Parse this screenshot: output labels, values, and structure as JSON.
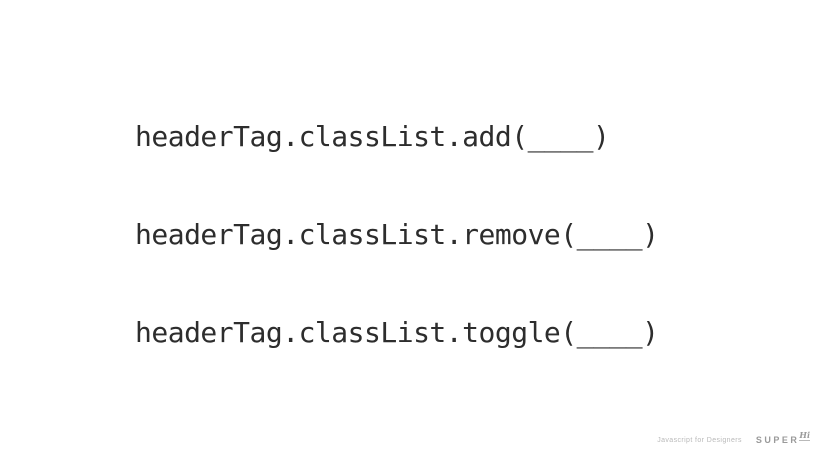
{
  "slide": {
    "code_lines": [
      {
        "id": "classlist-add",
        "code": "headerTag.classList.add(____)"
      },
      {
        "id": "classlist-remove",
        "code": "headerTag.classList.remove(____)"
      },
      {
        "id": "classlist-toggle",
        "code": "headerTag.classList.toggle(____)"
      }
    ],
    "footer": {
      "course_title": "Javascript for Designers",
      "brand_word": "SUPER",
      "brand_mark": "Hi"
    },
    "colors": {
      "background": "#ffffff",
      "code_text": "#2d2d2d",
      "footer_text": "#b9b9b9",
      "brand_text": "#9a9a9a"
    }
  }
}
